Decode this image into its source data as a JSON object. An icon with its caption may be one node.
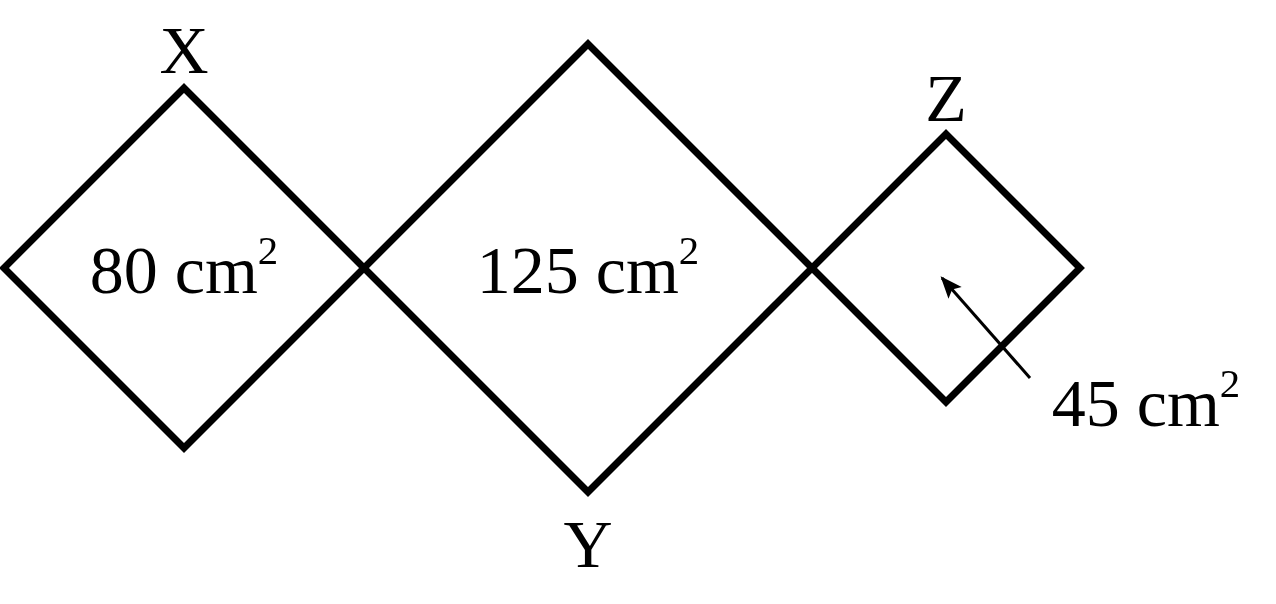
{
  "diagram": {
    "nodes": [
      {
        "text": [
          "X",
          "80 cm$^{2}$"
        ]
      },
      {
        "text": [
          "125 cm$^{2}$",
          "Y"
        ]
      },
      {
        "text": [
          "Z"
        ]
      },
      {
        "text": [
          "45 cm$^{2}$"
        ]
      }
    ],
    "edges": [
      {
        "from": 3,
        "to": 2,
        "arrow": "to"
      }
    ]
  }
}
